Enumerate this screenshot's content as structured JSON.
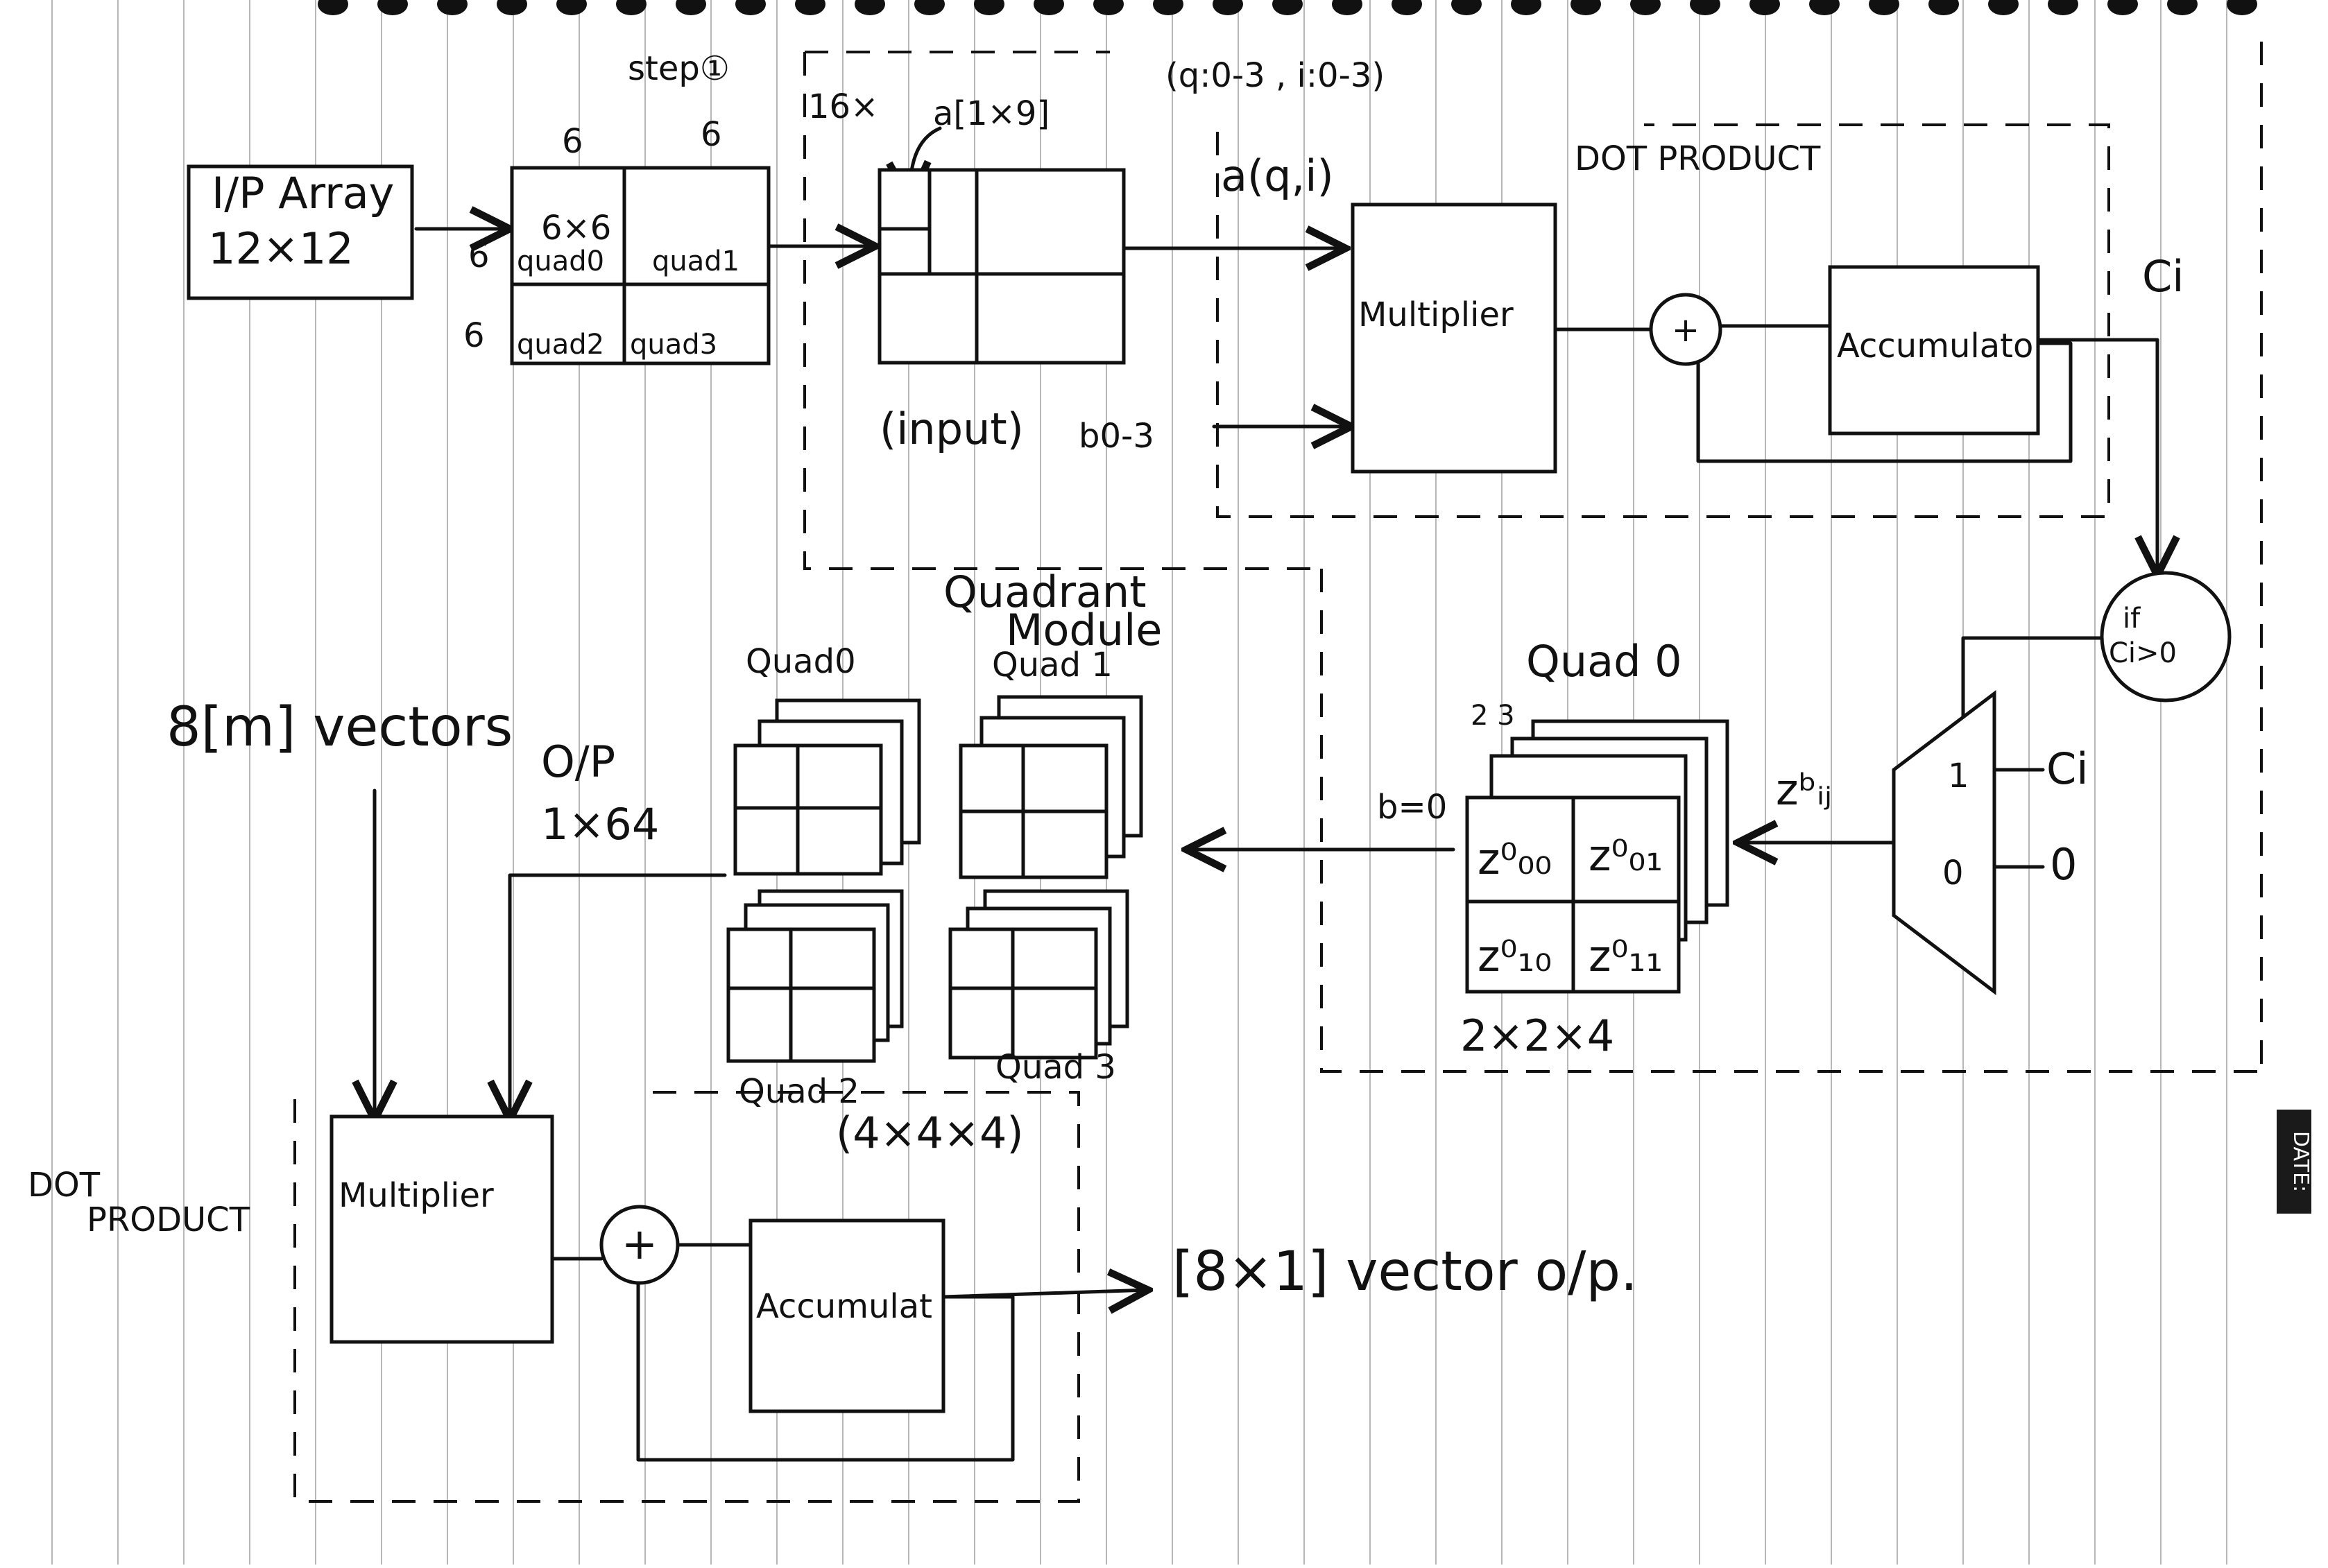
{
  "labels": {
    "step": "step①",
    "a_count": "16×",
    "a_vec": "a[1×9]",
    "q_range": "(q:0-3 , i:0-3)",
    "a_qi": "a(q,i)",
    "dot_product_top": "DOT PRODUCT",
    "ci_out": "Ci",
    "input_array_l1": "I/P Array",
    "input_array_l2": "12×12",
    "six_top_a": "6",
    "six_top_b": "6",
    "six_left_a": "6",
    "six_left_b": "6",
    "quad_6x6": "6×6",
    "quad0": "quad0",
    "quad1": "quad1",
    "quad2": "quad2",
    "quad3": "quad3",
    "input": "(input)",
    "b_range": "b0-3",
    "multiplier_top": "Multiplier",
    "plus_top": "+",
    "accumulator_top": "Accumulator",
    "if_l1": "if",
    "if_l2": "Ci>0",
    "mux_1": "1",
    "mux_0": "0",
    "mux_ci": "Ci",
    "mux_zero": "0",
    "z_ij": "zᵇᵢⱼ",
    "quad0_stack": "Quad 0",
    "stack_nums": "2 3",
    "b_eq_0": "b=0",
    "z00": "z⁰₀₀",
    "z01": "z⁰₀₁",
    "z10": "z⁰₁₀",
    "z11": "z⁰₁₁",
    "dim_2x2x4": "2×2×4",
    "quadrant_l1": "Quadrant",
    "quadrant_l2": "Module",
    "qm_quad0": "Quad0",
    "qm_quad1": "Quad 1",
    "qm_quad2": "Quad 2",
    "qm_quad3": "Quad 3",
    "dim_4x4x4": "(4×4×4)",
    "m_vectors": "8[m] vectors",
    "op_l1": "O/P",
    "op_l2": "1×64",
    "dot_product_bot_l1": "DOT",
    "dot_product_bot_l2": "PRODUCT",
    "multiplier_bot": "Multiplier",
    "plus_bot": "+",
    "accumulator_bot": "Accumulat",
    "vector_out": "[8×1] vector o/p.",
    "date_tab": "DATE:"
  }
}
